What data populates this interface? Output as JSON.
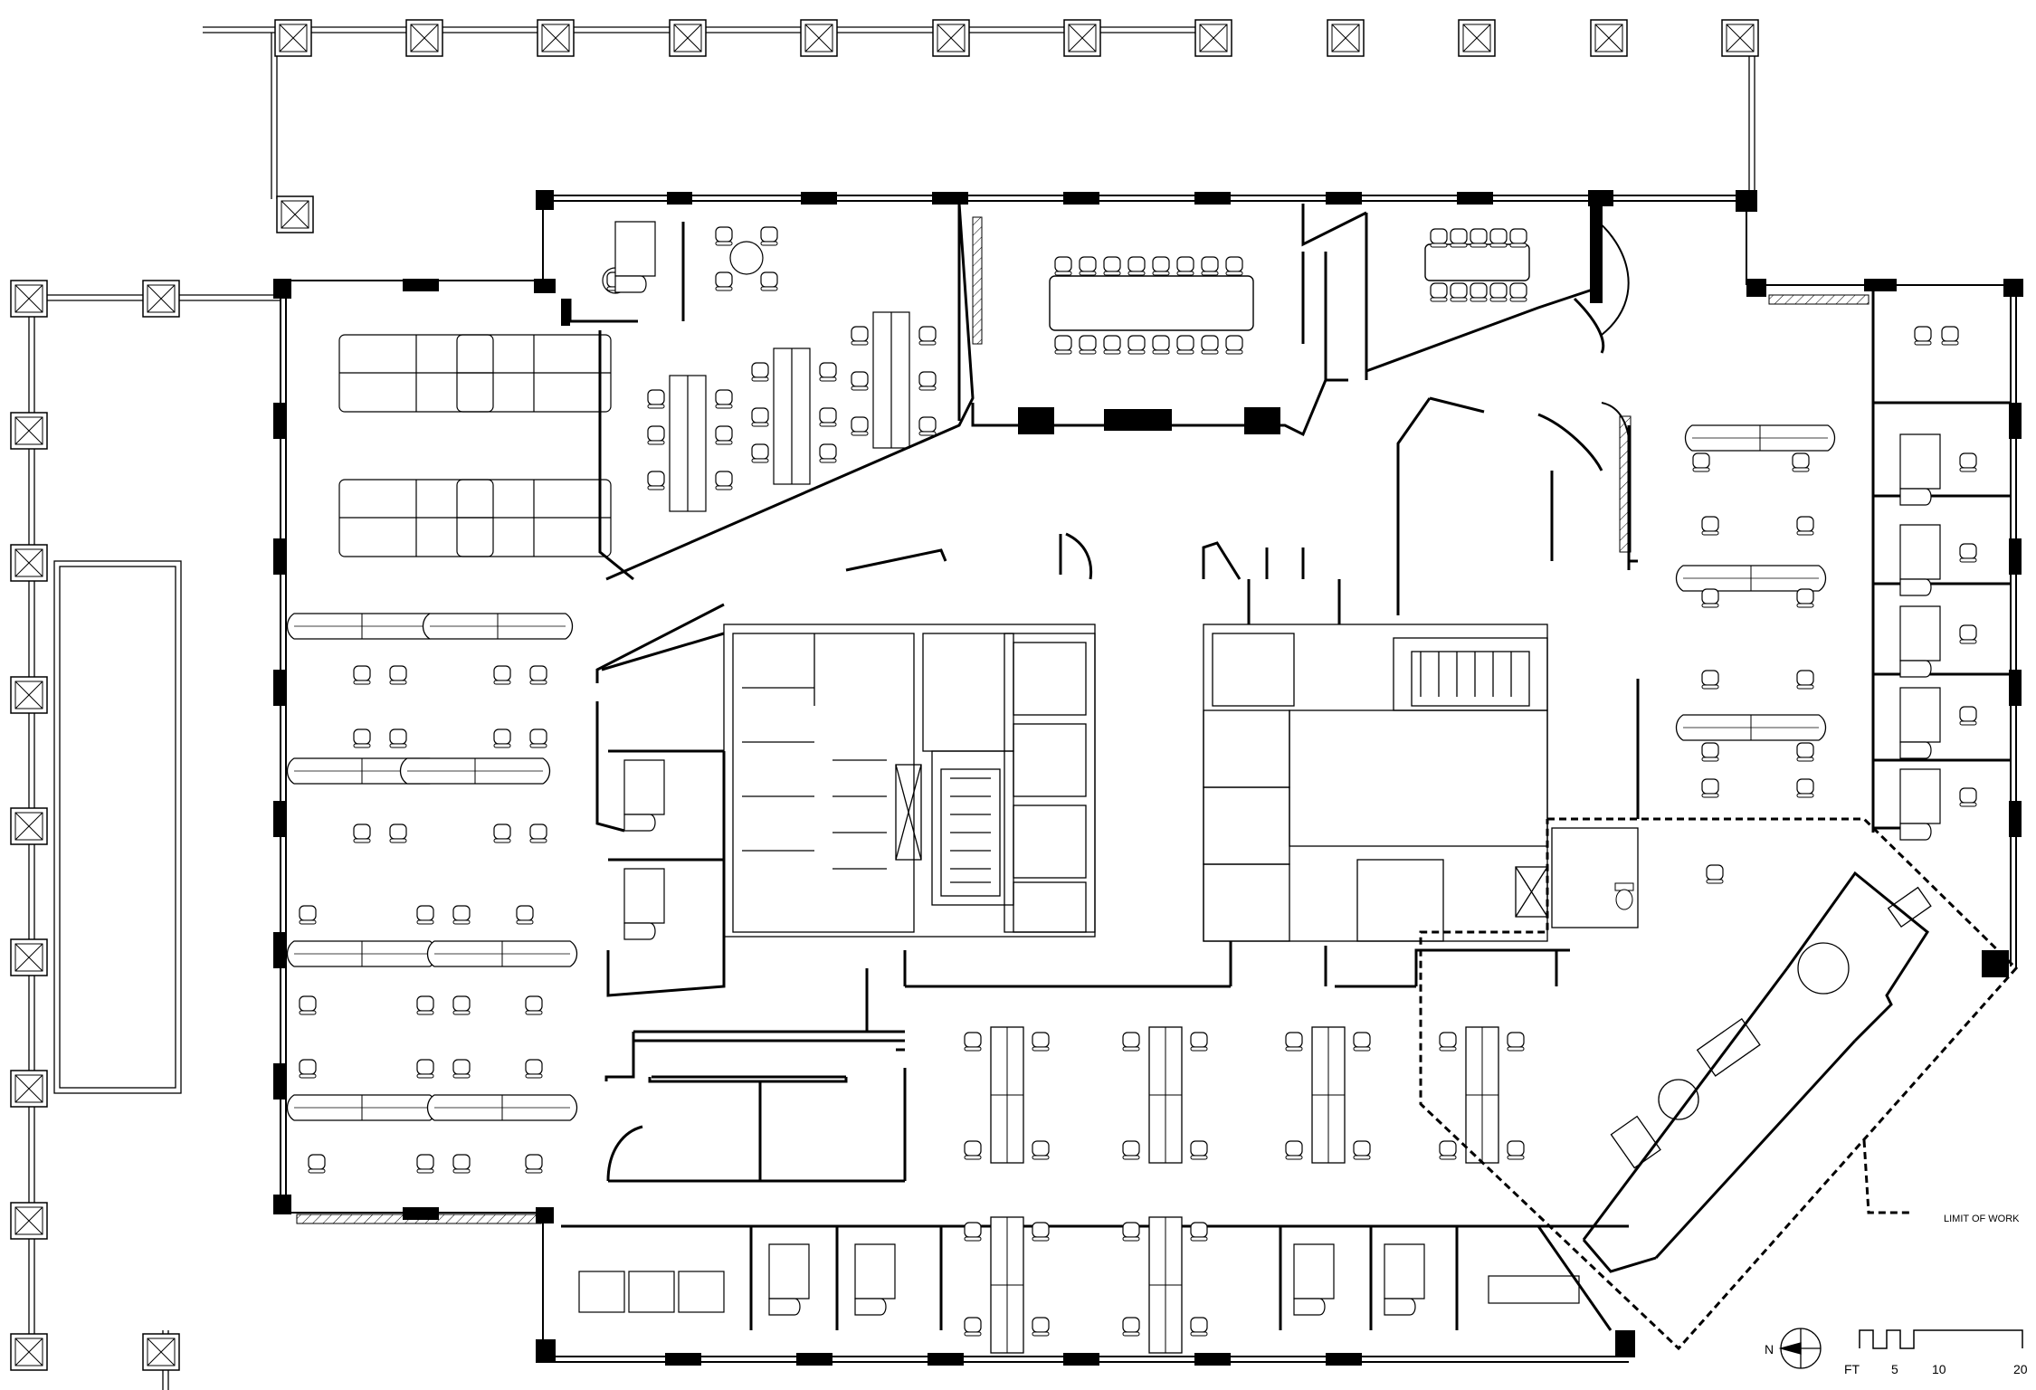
{
  "drawing": {
    "type": "architectural floor plan",
    "colors": {
      "ink": "#000000",
      "column_fill": "#000000",
      "background": "#ffffff",
      "dash": "#000000"
    }
  },
  "annotations": {
    "limit_of_work": "LIMIT OF WORK"
  },
  "north_arrow": {
    "label": "N",
    "icon": "north-arrow-icon"
  },
  "scale_bar": {
    "unit": "FT",
    "ticks": [
      "5",
      "10",
      "20"
    ]
  }
}
